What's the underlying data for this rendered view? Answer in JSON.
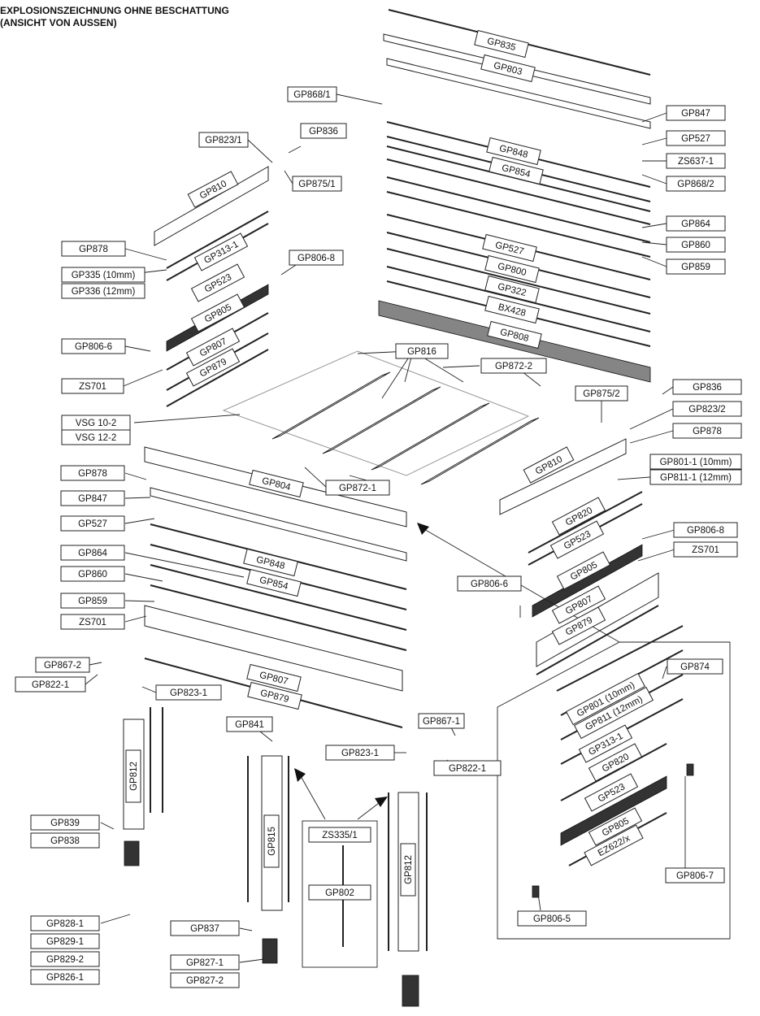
{
  "title_lines": [
    "EXPLOSIONSZEICHNUNG OHNE BESCHATTUNG",
    "(ANSICHT VON AUSSEN)"
  ],
  "labels": {
    "gp835": "GP835",
    "gp803": "GP803",
    "gp868_1": "GP868/1",
    "gp847": "GP847",
    "gp527": "GP527",
    "zs637_1": "ZS637-1",
    "gp868_2": "GP868/2",
    "gp823_1_top": "GP823/1",
    "gp836": "GP836",
    "gp875_1": "GP875/1",
    "gp848": "GP848",
    "gp854": "GP854",
    "gp810": "GP810",
    "gp864": "GP864",
    "gp860": "GP860",
    "gp859": "GP859",
    "gp878": "GP878",
    "gp313_1": "GP313-1",
    "gp806_8": "GP806-8",
    "gp335": "GP335 (10mm)",
    "gp336": "GP336 (12mm)",
    "gp523": "GP523",
    "gp800": "GP800",
    "gp322": "GP322",
    "bx428": "BX428",
    "gp805": "GP805",
    "gp806_6": "GP806-6",
    "gp807": "GP807",
    "gp808": "GP808",
    "gp816": "GP816",
    "gp872_2": "GP872-2",
    "zs701": "ZS701",
    "gp879": "GP879",
    "gp875_2": "GP875/2",
    "gp823_2": "GP823/2",
    "vsg10": "VSG 10-2",
    "vsg12": "VSG 12-2",
    "gp801_1": "GP801-1 (10mm)",
    "gp811_1": "GP811-1 (12mm)",
    "gp804": "GP804",
    "gp872_1": "GP872-1",
    "gp820": "GP820",
    "gp867_2": "GP867-2",
    "gp822_1": "GP822-1",
    "gp823_1": "GP823-1",
    "gp874": "GP874",
    "gp801": "GP801 (10mm)",
    "gp811": "GP811 (12mm)",
    "gp841": "GP841",
    "gp867_1": "GP867-1",
    "gp812": "GP812",
    "gp815": "GP815",
    "zs335_1": "ZS335/1",
    "gp802": "GP802",
    "gp839": "GP839",
    "gp838": "GP838",
    "gp828_1": "GP828-1",
    "gp829_1": "GP829-1",
    "gp829_2": "GP829-2",
    "gp826_1": "GP826-1",
    "gp837": "GP837",
    "gp827_1": "GP827-1",
    "gp827_2": "GP827-2",
    "gp806_7": "GP806-7",
    "gp806_5": "GP806-5",
    "ez622": "EZ622/x"
  }
}
